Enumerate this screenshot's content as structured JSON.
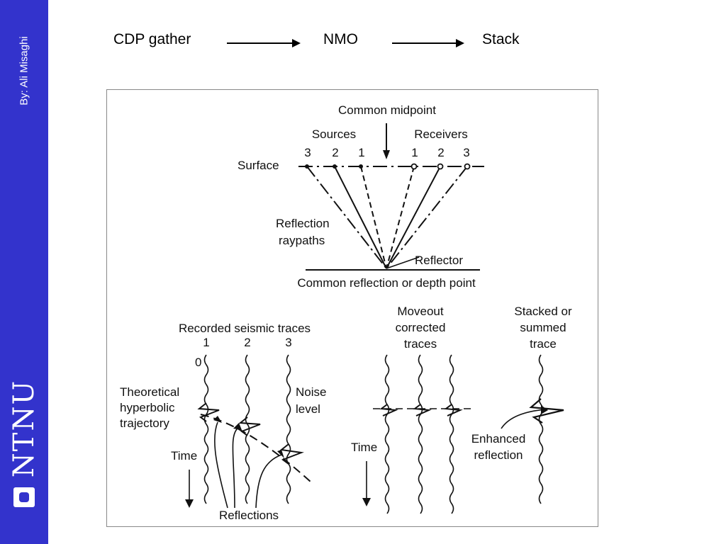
{
  "sidebar": {
    "author": "By: Ali Misaghi",
    "logo_text": "NTNU",
    "color": "#3333cc"
  },
  "flow": {
    "step1": "CDP gather",
    "step2": "NMO",
    "step3": "Stack"
  },
  "figure": {
    "common_midpoint": "Common midpoint",
    "sources": "Sources",
    "receivers": "Receivers",
    "source_numbers": [
      "3",
      "2",
      "1"
    ],
    "receiver_numbers": [
      "1",
      "2",
      "3"
    ],
    "surface": "Surface",
    "reflection_raypaths": [
      "Reflection",
      "raypaths"
    ],
    "reflector": "Reflector",
    "common_reflection": "Common reflection or depth point",
    "recorded_traces": "Recorded seismic traces",
    "trace_numbers": [
      "1",
      "2",
      "3"
    ],
    "zero": "0",
    "theoretical": [
      "Theoretical",
      "hyperbolic",
      "trajectory"
    ],
    "noise_level": [
      "Noise",
      "level"
    ],
    "time": "Time",
    "time2": "Time",
    "reflections": "Reflections",
    "moveout": [
      "Moveout",
      "corrected",
      "traces"
    ],
    "stacked": [
      "Stacked or",
      "summed",
      "trace"
    ],
    "enhanced": [
      "Enhanced",
      "reflection"
    ]
  }
}
